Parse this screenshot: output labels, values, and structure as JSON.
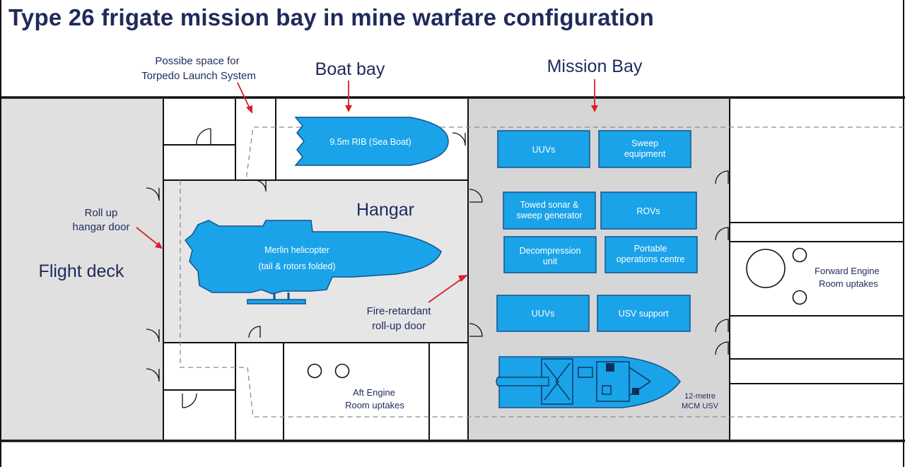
{
  "title": "Type 26 frigate mission bay in mine warfare configuration",
  "labels": {
    "torpedo_line1": "Possibe space for",
    "torpedo_line2": "Torpedo Launch System",
    "boat_bay": "Boat bay",
    "mission_bay": "Mission Bay",
    "hangar": "Hangar",
    "flight_deck": "Flight deck",
    "roll_up_line1": "Roll up",
    "roll_up_line2": "hangar door",
    "fire_door_line1": "Fire-retardant",
    "fire_door_line2": "roll-up door",
    "aft_engine_line1": "Aft Engine",
    "aft_engine_line2": "Room uptakes",
    "forward_engine_line1": "Forward Engine",
    "forward_engine_line2": "Room uptakes",
    "usv_line1": "12-metre",
    "usv_line2": "MCM USV"
  },
  "boat": {
    "label": "9.5m RIB (Sea Boat)"
  },
  "helicopter": {
    "line1": "Merlin helicopter",
    "line2": "(tail & rotors folded)"
  },
  "mission_boxes": {
    "uuvs_top": "UUVs",
    "sweep_line1": "Sweep",
    "sweep_line2": "equipment",
    "towed_line1": "Towed sonar &",
    "towed_line2": "sweep generator",
    "rovs": "ROVs",
    "decomp_line1": "Decompression",
    "decomp_line2": "unit",
    "portable_line1": "Portable",
    "portable_line2": "operations centre",
    "uuvs_bottom": "UUVs",
    "usv_support": "USV support"
  },
  "colors": {
    "equipment_fill": "#1aa3e8",
    "label_text": "#1f2a5c",
    "arrow": "#d8202a",
    "bay_fill": "#d6d6d6"
  }
}
